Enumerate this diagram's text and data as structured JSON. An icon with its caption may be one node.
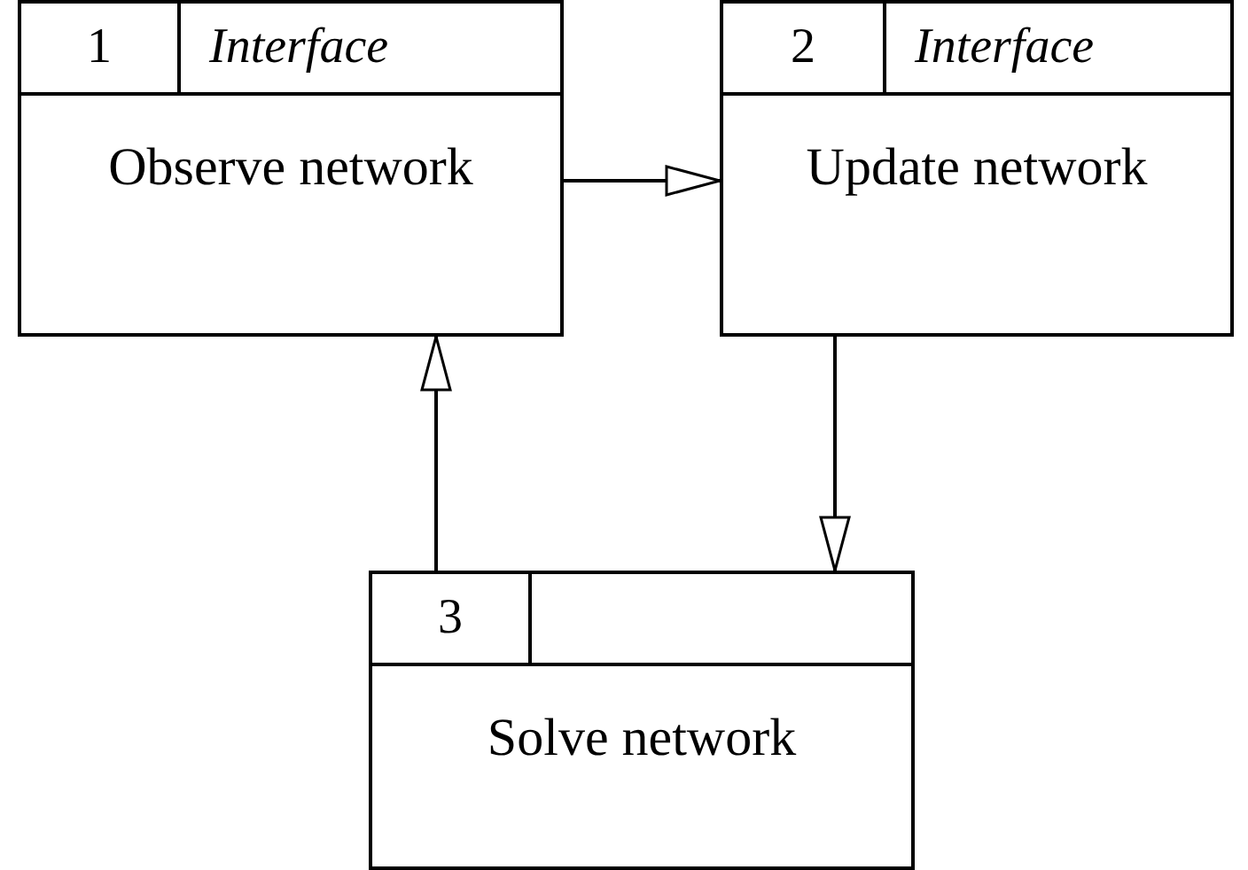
{
  "diagram": {
    "nodes": [
      {
        "text": [
          "1",
          "Interface",
          "Observe network"
        ]
      },
      {
        "text": [
          "2",
          "Interface",
          "Update network"
        ]
      },
      {
        "text": [
          "3",
          "Solve network"
        ]
      }
    ],
    "edges": [
      {
        "from": 0,
        "to": 1,
        "arrow": "to"
      },
      {
        "from": 1,
        "to": 2,
        "arrow": "to"
      },
      {
        "from": 2,
        "to": 0,
        "arrow": "to"
      }
    ]
  }
}
